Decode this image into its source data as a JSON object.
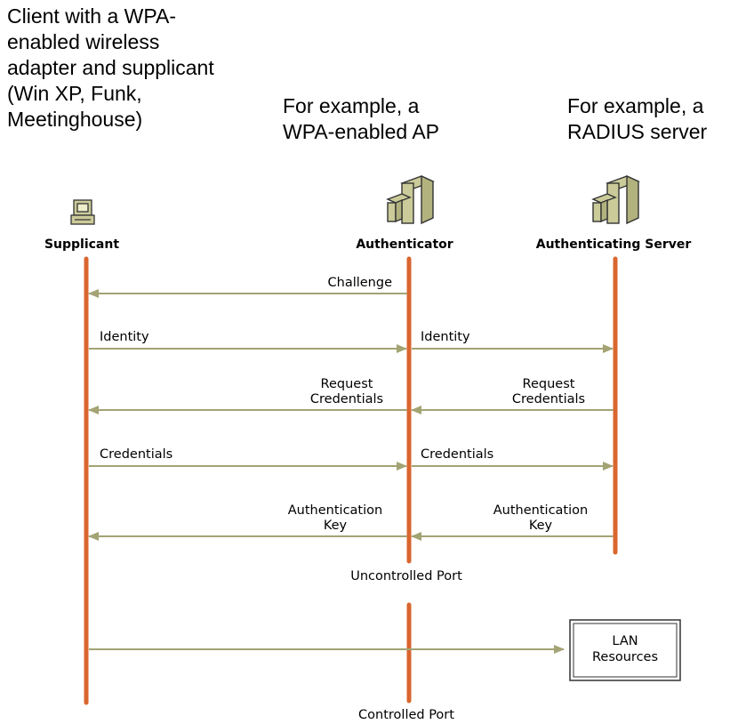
{
  "intro": {
    "client_text": "Client with a WPA-\nenabled wireless\nadapter and supplicant\n(Win XP, Funk,\nMeetinghouse)",
    "ap_text": "For example, a\nWPA-enabled AP",
    "server_text": "For example, a\nRADIUS server"
  },
  "entities": {
    "supplicant": "Supplicant",
    "authenticator": "Authenticator",
    "server": "Authenticating Server"
  },
  "icons": {
    "supplicant": "computer-icon",
    "authenticator": "server-tower-icon",
    "server": "server-tower-icon"
  },
  "messages": {
    "challenge": "Challenge",
    "identity_1": "Identity",
    "identity_2": "Identity",
    "request_1a": "Request",
    "request_1b": "Credentials",
    "request_2a": "Request",
    "request_2b": "Credentials",
    "credentials_1": "Credentials",
    "credentials_2": "Credentials",
    "auth_key_1a": "Authentication",
    "auth_key_1b": "Key",
    "auth_key_2a": "Authentication",
    "auth_key_2b": "Key"
  },
  "ports": {
    "uncontrolled": "Uncontrolled Port",
    "controlled": "Controlled Port"
  },
  "resources": {
    "line1": "LAN",
    "line2": "Resources"
  },
  "colors": {
    "lifeline": "#d9662f",
    "arrow": "#a3a374",
    "icon_fill": "#cbcb9a",
    "icon_stroke": "#333333"
  }
}
